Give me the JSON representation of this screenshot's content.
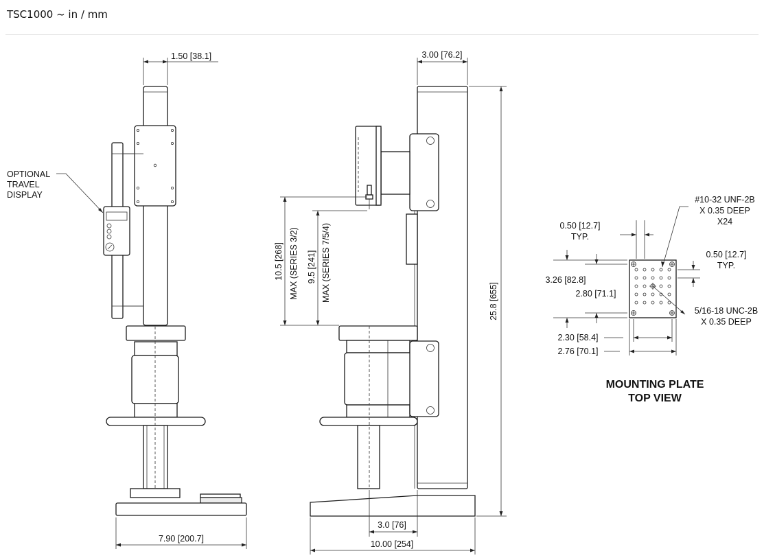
{
  "page": {
    "title": "TSC1000 ~ in / mm"
  },
  "front_view": {
    "dim_top_width": "1.50 [38.1]",
    "dim_base_width": "7.90 [200.7]",
    "callout_line1": "OPTIONAL",
    "callout_line2": "TRAVEL",
    "callout_line3": "DISPLAY"
  },
  "side_view": {
    "dim_column_width": "3.00 [76.2]",
    "dim_overall_height": "25.8 [655]",
    "dim_max_1_line1": "10.5 [268]",
    "dim_max_1_line2": "MAX (SERIES 3/2)",
    "dim_max_2_line1": "9.5 [241]",
    "dim_max_2_line2": "MAX (SERIES 7/5/4)",
    "dim_shaft_offset": "3.0 [76]",
    "dim_base_depth": "10.00 [254]"
  },
  "mounting_plate": {
    "heading_line1": "MOUNTING PLATE",
    "heading_line2": "TOP VIEW",
    "note_thread_1_line1": "#10-32 UNF-2B",
    "note_thread_1_line2": "X 0.35 DEEP",
    "note_thread_1_line3": "X24",
    "dim_left_typ_value": "0.50 [12.7]",
    "dim_left_typ_label": "TYP.",
    "dim_right_typ_value": "0.50 [12.7]",
    "dim_right_typ_label": "TYP.",
    "dim_height_outer": "3.26 [82.8]",
    "dim_height_inner": "2.80 [71.1]",
    "note_thread_2_line1": "5/16-18 UNC-2B",
    "note_thread_2_line2": "X 0.35 DEEP",
    "dim_width_inner": "2.30 [58.4]",
    "dim_width_outer": "2.76 [70.1]"
  }
}
